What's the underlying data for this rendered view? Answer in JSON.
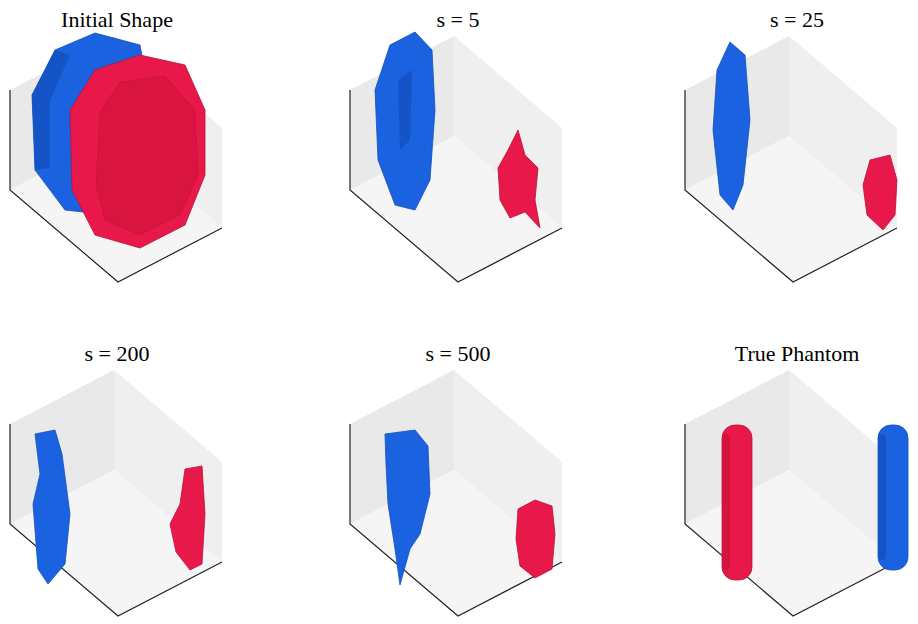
{
  "diagram": {
    "labels": [
      "Initial Shape",
      "s = 5",
      "s = 25",
      "s = 200",
      "s = 500",
      "True Phantom"
    ]
  }
}
